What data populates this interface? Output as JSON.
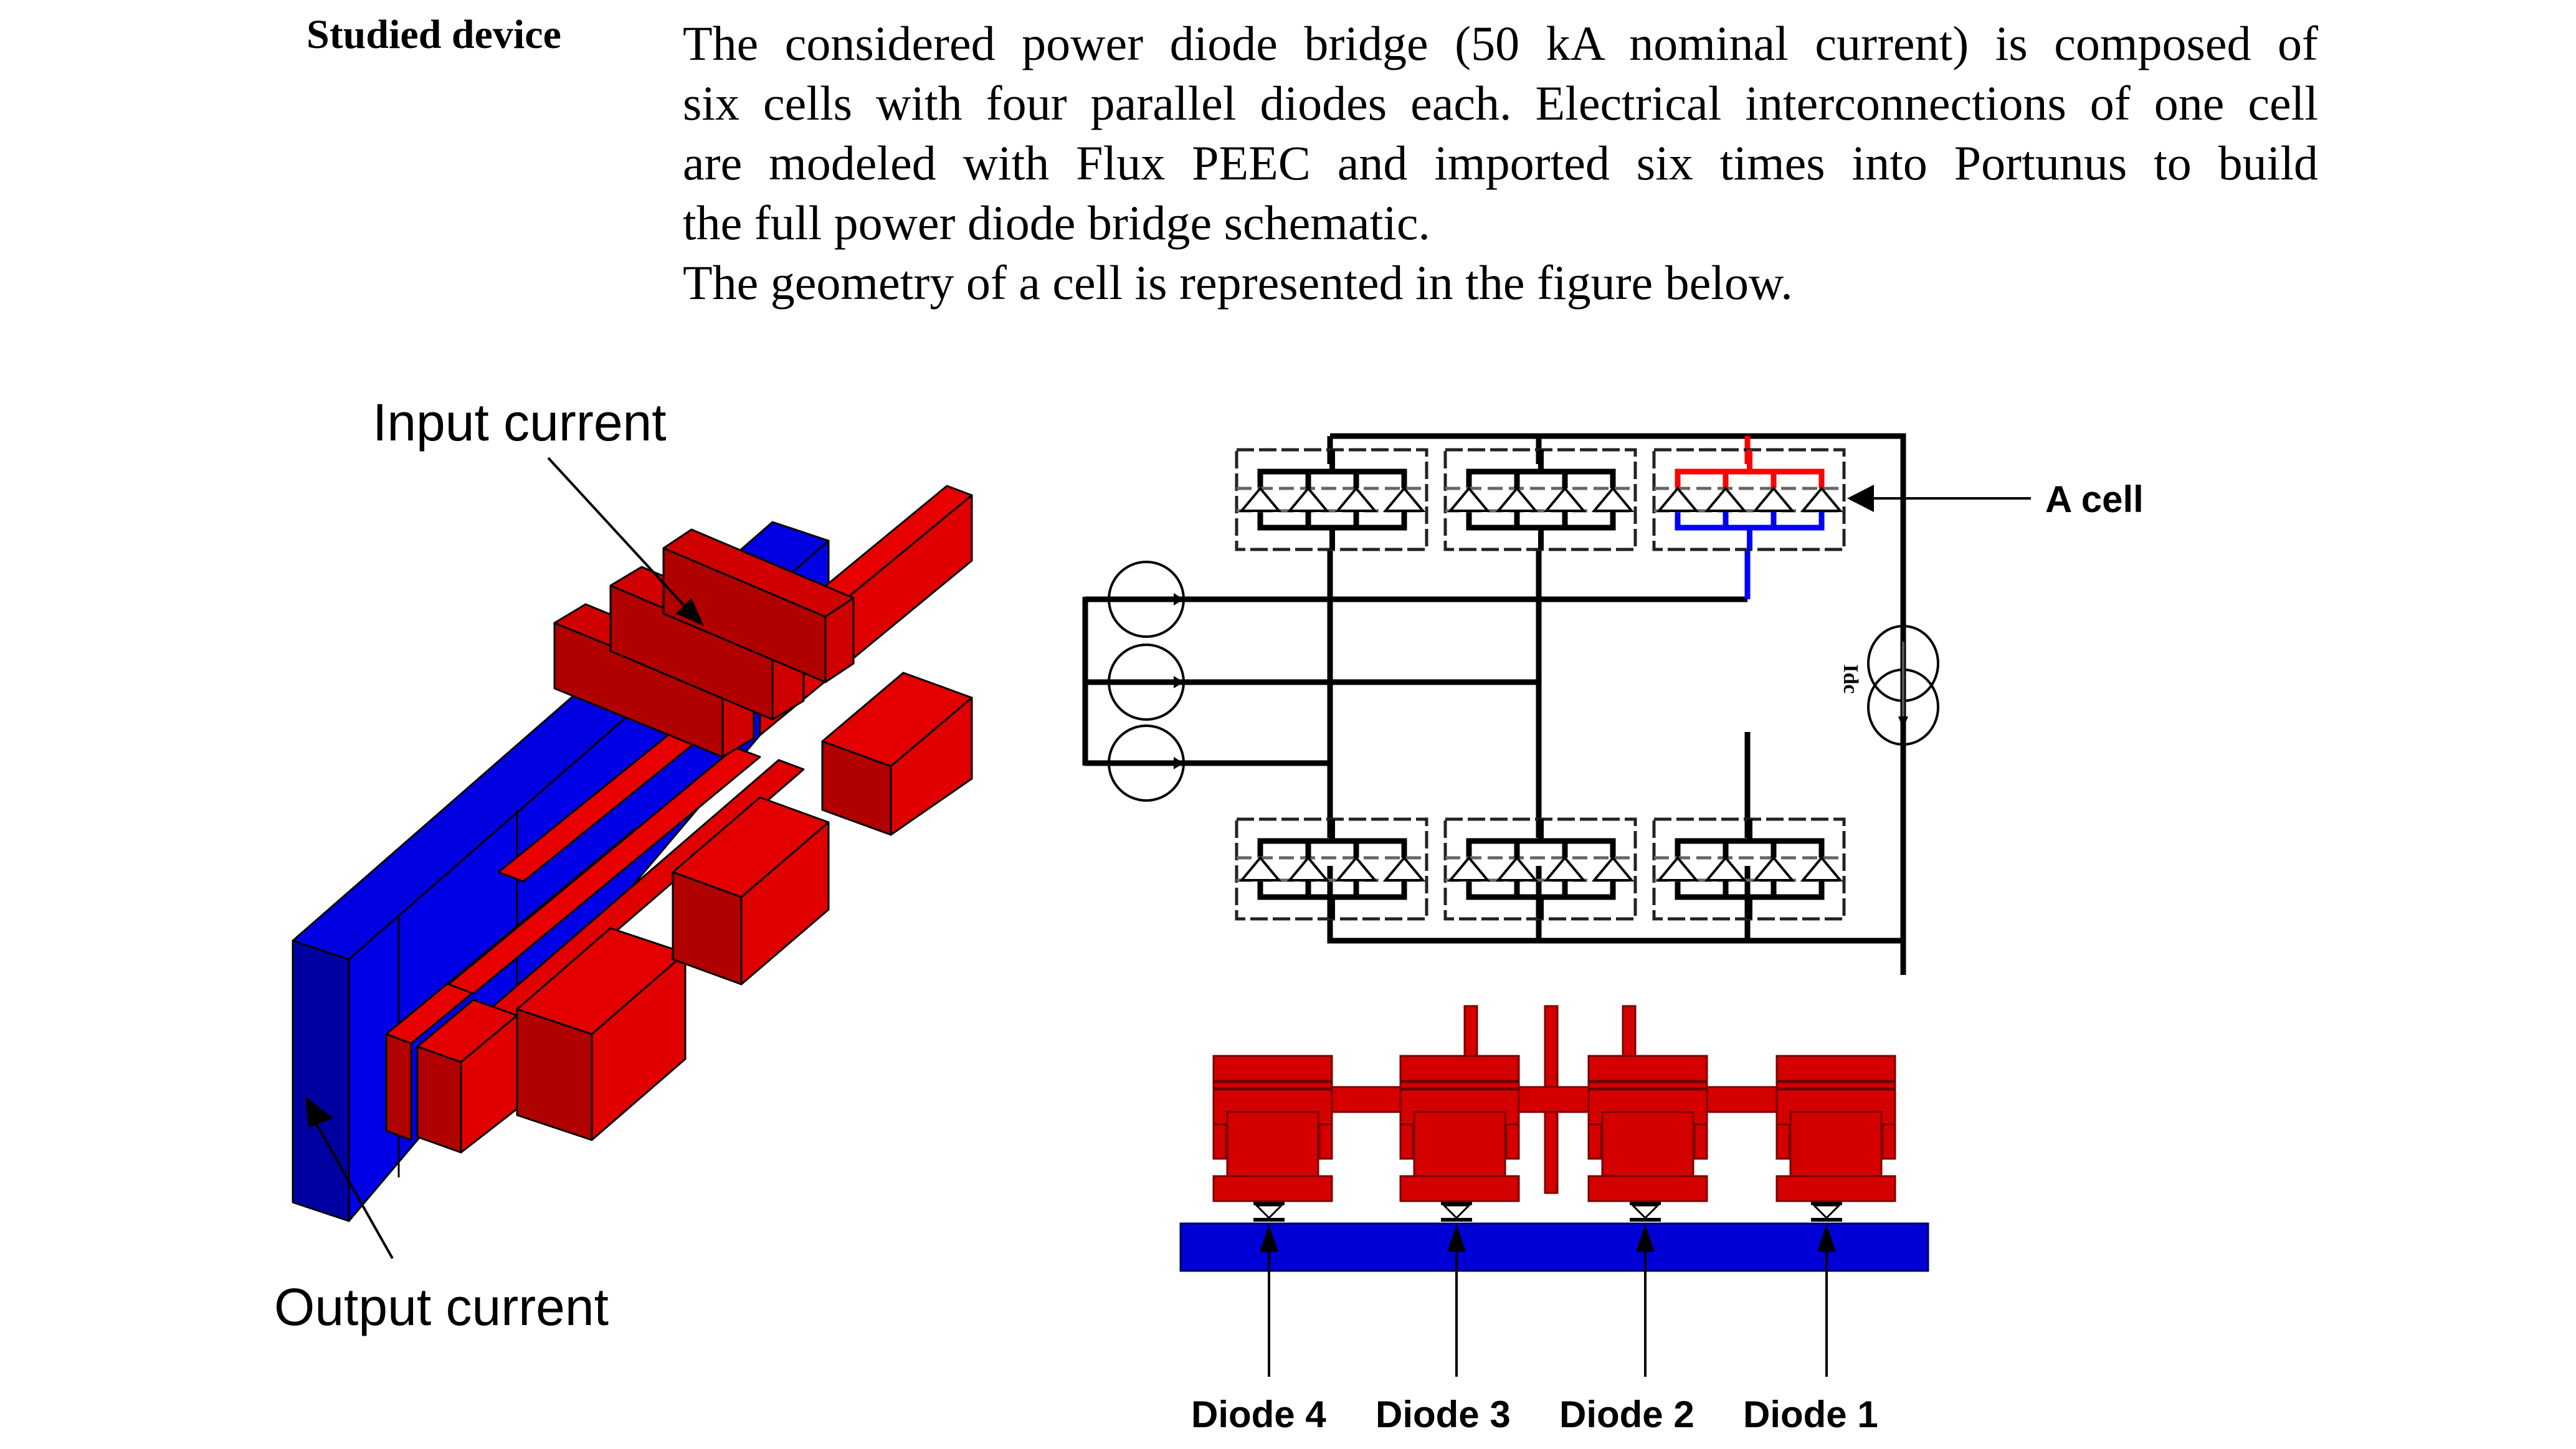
{
  "section": {
    "label": "Studied device",
    "paragraph_lines": [
      "The considered power diode bridge (50 kA nominal current) is composed of",
      "six cells with four parallel diodes each. Electrical interconnections of one cell",
      "are modeled with Flux PEEC and imported six times into Portunus to build",
      "the full power diode bridge schematic.",
      "The geometry of a cell is represented in the figure below."
    ]
  },
  "figure_3d": {
    "input_label": "Input current",
    "output_label": "Output current",
    "colors": {
      "conductor_input": "#e00000",
      "conductor_input_dark": "#b00000",
      "conductor_output": "#0000e6",
      "conductor_output_dark": "#0000a8"
    }
  },
  "schematic": {
    "cell_label": "A cell",
    "source_label": "Idc",
    "cells_per_row": 3,
    "rows": 2,
    "diodes_per_cell": 4,
    "ac_sources": 3,
    "colors": {
      "highlight_top": "#ff0000",
      "highlight_bottom": "#0000ff",
      "wire": "#000000",
      "cell_border": "#888888"
    }
  },
  "cell_layout": {
    "diode_labels": [
      "Diode 4",
      "Diode 3",
      "Diode 2",
      "Diode 1"
    ],
    "colors": {
      "busbar_top": "#d40000",
      "busbar_bottom": "#0000d6"
    }
  }
}
